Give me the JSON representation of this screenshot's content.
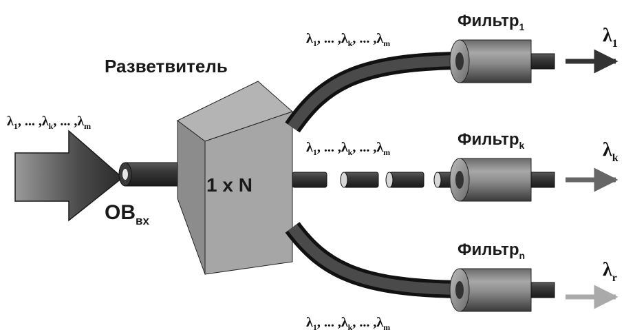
{
  "splitter": {
    "title": "Разветвитель",
    "label": "1 x N"
  },
  "input": {
    "fiber_label": "ОВ",
    "fiber_sub": "вх",
    "wavelengths": {
      "l1": "1",
      "lk": "k",
      "lm": "m",
      "sep": ", ... ,"
    }
  },
  "branches": [
    {
      "filter_label": "Фильтр",
      "filter_sub": "1",
      "output_sub": "1",
      "fiber_style": "solid",
      "arrow_color": "#333333"
    },
    {
      "filter_label": "Фильтр",
      "filter_sub": "k",
      "output_sub": "k",
      "fiber_style": "dashed",
      "arrow_color": "#666666"
    },
    {
      "filter_label": "Фильтр",
      "filter_sub": "n",
      "output_sub": "r",
      "fiber_style": "solid",
      "arrow_color": "#aaaaaa"
    }
  ],
  "lambda_symbol": "λ"
}
